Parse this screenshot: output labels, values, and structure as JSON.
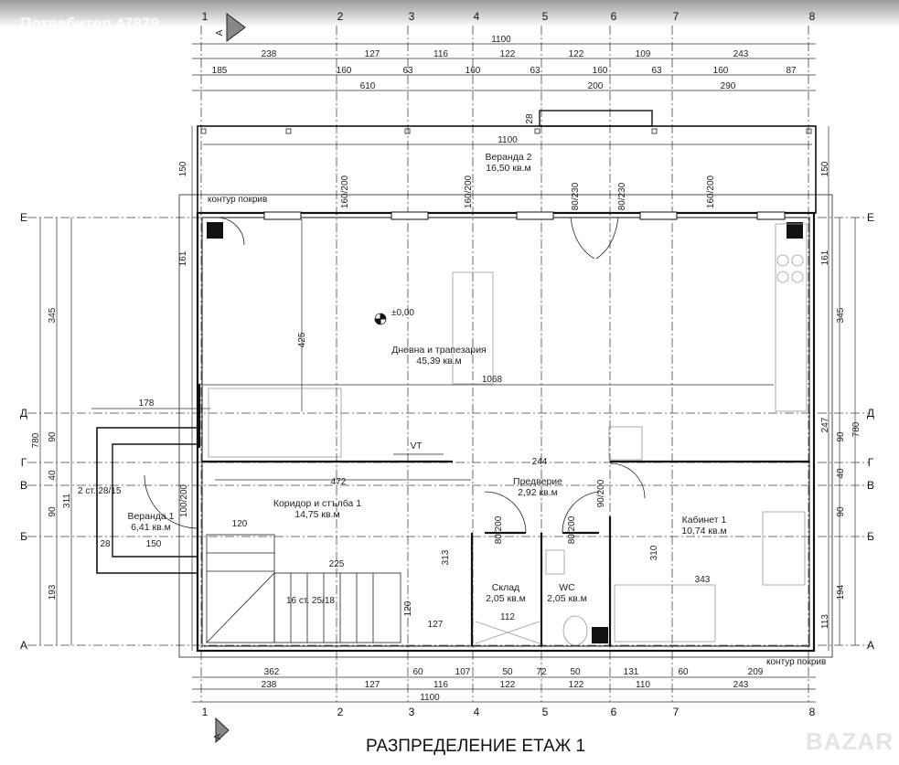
{
  "watermark": "Потребител 47879",
  "logo": "BAZAR",
  "title": "РАЗПРЕДЕЛЕНИЕ ЕТАЖ 1",
  "section_marker": "А",
  "axes": {
    "columns": [
      "1",
      "2",
      "3",
      "4",
      "5",
      "6",
      "7",
      "8"
    ],
    "rows": [
      "Е",
      "Д",
      "Г",
      "В",
      "Б",
      "А"
    ]
  },
  "top_dims": {
    "total": "1100",
    "row1": [
      "238",
      "127",
      "116",
      "122",
      "122",
      "109",
      "243"
    ],
    "row2": [
      "185",
      "160",
      "63",
      "160",
      "63",
      "160",
      "63",
      "160",
      "87"
    ],
    "row3": [
      "610",
      "200",
      "290"
    ]
  },
  "bottom_dims": {
    "row1": [
      "362",
      "60",
      "107",
      "50",
      "72",
      "50",
      "131",
      "60",
      "209"
    ],
    "row2": [
      "238",
      "127",
      "116",
      "122",
      "122",
      "110",
      "243"
    ],
    "total": "1100"
  },
  "left_dims": [
    "780",
    "345",
    "90",
    "40",
    "90",
    "193",
    "311",
    "150",
    "161"
  ],
  "right_dims": [
    "150",
    "161",
    "345",
    "780",
    "247",
    "90",
    "40",
    "90",
    "194",
    "113"
  ],
  "rooms": [
    {
      "name": "Веранда 2",
      "area": "16,50 кв.м"
    },
    {
      "name": "Дневна и трапезария",
      "area": "45,39 кв.м"
    },
    {
      "name": "Коридор и стълба 1",
      "area": "14,75 кв.м"
    },
    {
      "name": "Веранда 1",
      "area": "6,41 кв.м"
    },
    {
      "name": "Предверие",
      "area": "2,92 кв.м"
    },
    {
      "name": "Склад",
      "area": "2,05 кв.м"
    },
    {
      "name": "WC",
      "area": "2,05 кв.м"
    },
    {
      "name": "Кабинет 1",
      "area": "10,74 кв.м"
    }
  ],
  "labels": {
    "roof_contour": "контур покрив",
    "level": "±0,00",
    "veranda_stairs": "2 ст. 28/15",
    "main_stairs": "16 ст. 25/18",
    "vt": "VT",
    "veranda_width": "1100",
    "bay_depth": "28"
  },
  "inner_dims": [
    "1068",
    "425",
    "472",
    "244",
    "313",
    "310",
    "343",
    "225",
    "127",
    "112",
    "120",
    "120",
    "178",
    "150",
    "28"
  ],
  "openings": [
    "160/200",
    "160/200",
    "80/230",
    "80/230",
    "160/200",
    "90/200",
    "80/200",
    "80/200",
    "100/200"
  ]
}
